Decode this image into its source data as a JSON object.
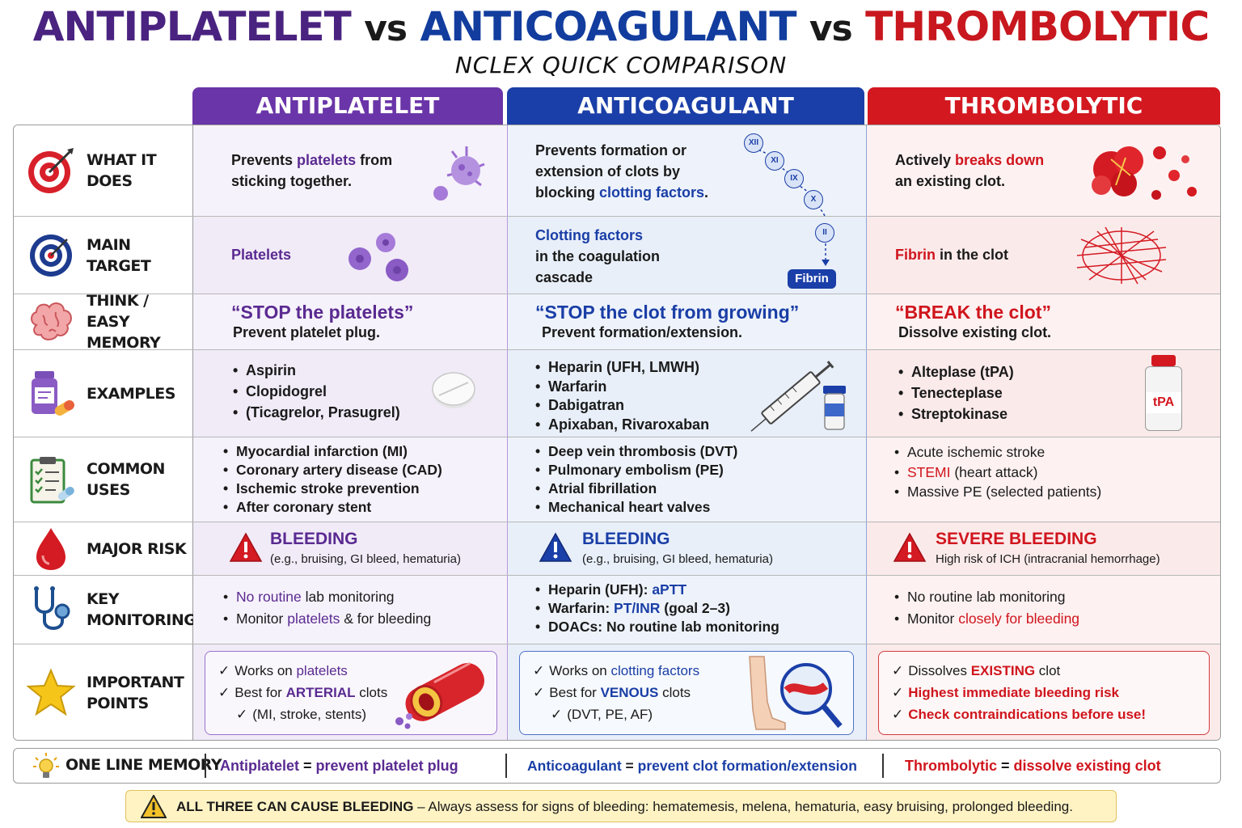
{
  "title": {
    "part1": "ANTIPLATELET",
    "vs1": "vs",
    "part2": "ANTICOAGULANT",
    "vs2": "vs",
    "part3": "THROMBOLYTIC",
    "subtitle": "NCLEX QUICK COMPARISON"
  },
  "columns": {
    "antiplatelet": "ANTIPLATELET",
    "anticoagulant": "ANTICOAGULANT",
    "thrombolytic": "THROMBOLYTIC"
  },
  "colors": {
    "purple": "#5a2a91",
    "blue": "#1a3ea6",
    "red": "#d0151d"
  },
  "rows": {
    "what": {
      "label": "WHAT IT DOES",
      "ap": {
        "t1": "Prevents ",
        "t2": "platelets",
        "t3": " from",
        "t4": "sticking together."
      },
      "ac": {
        "l1": "Prevents formation or",
        "l2": "extension of clots by",
        "l3a": "blocking ",
        "l3b": "clotting factors",
        "l3c": "."
      },
      "ac_factors": [
        "XII",
        "XI",
        "IX",
        "X",
        "II"
      ],
      "th": {
        "t1": "Actively ",
        "t2": "breaks down",
        "t3": "an existing clot."
      }
    },
    "target": {
      "label": "MAIN TARGET",
      "ap": "Platelets",
      "ac": {
        "l1": "Clotting factors",
        "l2": "in the coagulation",
        "l3": "cascade"
      },
      "ac_badge": "Fibrin",
      "th": {
        "t1": "Fibrin",
        "t2": " in the clot"
      }
    },
    "memory": {
      "label_l1": "THINK / EASY",
      "label_l2": "MEMORY",
      "ap": {
        "q": "“STOP the platelets”",
        "s": "Prevent platelet plug."
      },
      "ac": {
        "q": "“STOP the clot from growing”",
        "s": "Prevent formation/extension."
      },
      "th": {
        "q": "“BREAK the clot”",
        "s": "Dissolve existing clot."
      }
    },
    "examples": {
      "label": "EXAMPLES",
      "ap": [
        "Aspirin",
        "Clopidogrel",
        "(Ticagrelor, Prasugrel)"
      ],
      "ac": [
        "Heparin (UFH, LMWH)",
        "Warfarin",
        "Dabigatran",
        "Apixaban, Rivaroxaban"
      ],
      "th": [
        "Alteplase (tPA)",
        "Tenecteplase",
        "Streptokinase"
      ],
      "th_vial": "tPA"
    },
    "uses": {
      "label": "COMMON USES",
      "ap": [
        "Myocardial infarction (MI)",
        "Coronary artery disease (CAD)",
        "Ischemic stroke prevention",
        "After coronary stent"
      ],
      "ac": [
        "Deep vein thrombosis (DVT)",
        "Pulmonary embolism (PE)",
        "Atrial fibrillation",
        "Mechanical heart valves"
      ],
      "th": {
        "i1": "Acute ischemic stroke",
        "i2a": "STEMI",
        "i2b": " (heart attack)",
        "i3": "Massive PE (selected patients)"
      }
    },
    "risk": {
      "label": "MAJOR RISK",
      "ap": {
        "h": "BLEEDING",
        "s": "(e.g., bruising, GI bleed, hematuria)"
      },
      "ac": {
        "h": "BLEEDING",
        "s": "(e.g., bruising, GI bleed, hematuria)"
      },
      "th": {
        "h": "SEVERE BLEEDING",
        "s": "High risk of ICH (intracranial hemorrhage)"
      }
    },
    "monitor": {
      "label": "KEY MONITORING",
      "ap": {
        "i1a": "No routine",
        "i1b": " lab monitoring",
        "i2a": "Monitor ",
        "i2b": "platelets",
        "i2c": " & for bleeding"
      },
      "ac": {
        "i1a": "Heparin (UFH):  ",
        "i1b": "aPTT",
        "i2a": "Warfarin:  ",
        "i2b": "PT/INR",
        "i2c": " (goal 2–3)",
        "i3": "DOACs:  No routine lab monitoring"
      },
      "th": {
        "i1": "No routine lab monitoring",
        "i2a": "Monitor ",
        "i2b": "closely for bleeding"
      }
    },
    "points": {
      "label_l1": "IMPORTANT",
      "label_l2": "POINTS",
      "ap": {
        "i1a": "Works on ",
        "i1b": "platelets",
        "i2a": "Best for ",
        "i2b": "ARTERIAL",
        "i2c": " clots",
        "i3": "(MI, stroke, stents)"
      },
      "ac": {
        "i1a": "Works on ",
        "i1b": "clotting factors",
        "i2a": "Best for ",
        "i2b": "VENOUS",
        "i2c": " clots",
        "i3": "(DVT, PE, AF)"
      },
      "th": {
        "i1a": "Dissolves ",
        "i1b": "EXISTING",
        "i1c": " clot",
        "i2": "Highest immediate bleeding risk",
        "i3": "Check contraindications before use!"
      }
    }
  },
  "one_line": {
    "label": "ONE LINE MEMORY",
    "ap": {
      "a": "Antiplatelet",
      "eq": " = ",
      "b": "prevent platelet plug"
    },
    "ac": {
      "a": "Anticoagulant",
      "eq": " = ",
      "b": "prevent clot formation/extension"
    },
    "th": {
      "a": "Thrombolytic",
      "eq": " = ",
      "b": "dissolve existing clot"
    }
  },
  "warning": {
    "bold": "ALL THREE CAN CAUSE BLEEDING",
    "dash": " – ",
    "text": "Always assess for signs of bleeding: hematemesis, melena, hematuria, easy bruising, prolonged bleeding."
  }
}
